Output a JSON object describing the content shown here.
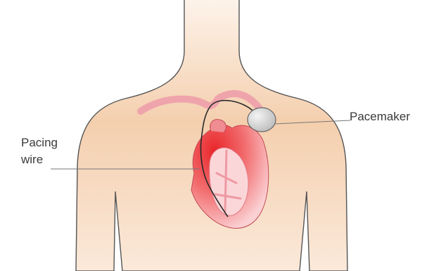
{
  "labels": {
    "pacemaker": "Pacemaker",
    "pacing_wire_line1": "Pacing",
    "pacing_wire_line2": "wire"
  },
  "colors": {
    "skin_light": "#fbeadb",
    "skin_dark": "#efc39a",
    "outline": "#555555",
    "heart_red": "#e03a3a",
    "heart_pink": "#f7b3b8",
    "vessel_pink": "#efa4ac",
    "device_grey": "#d6d6d6",
    "leader_line": "#777777"
  }
}
